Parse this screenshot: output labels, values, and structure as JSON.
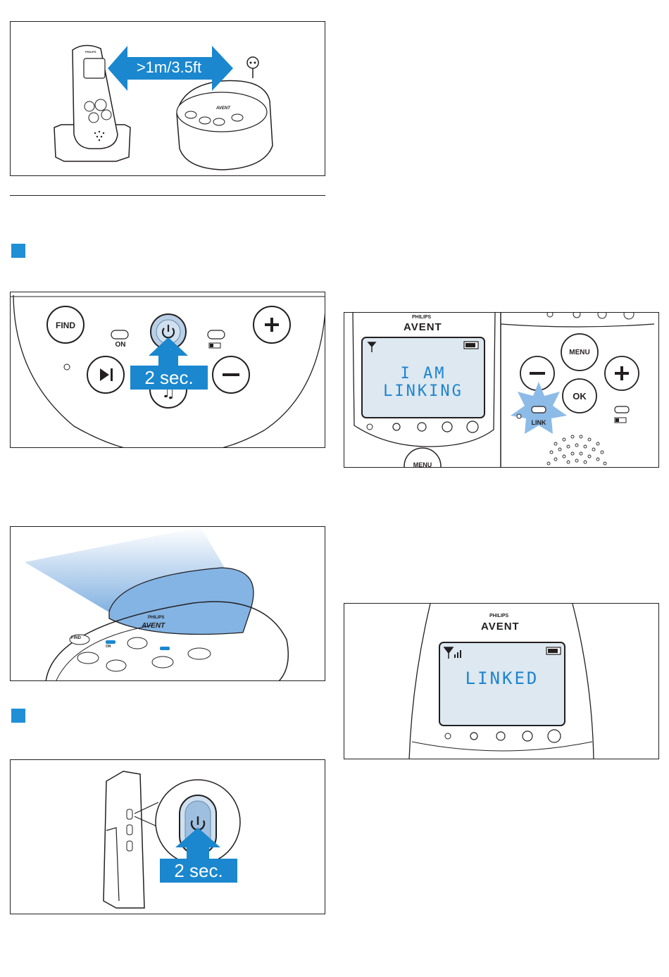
{
  "fig1": {
    "distance_label": ">1m/3.5ft",
    "brand_small": "PHILIPS",
    "brand_logo": "AVENT"
  },
  "step_markers": [
    "step-marker-1",
    "step-marker-2"
  ],
  "fig2": {
    "find_label": "FIND",
    "on_label": "ON",
    "hold_label": "2 sec.",
    "icons": [
      "power-icon",
      "plus-icon",
      "minus-icon",
      "play-pause-icon",
      "music-icon",
      "battery-icon"
    ]
  },
  "fig3": {
    "brand_small": "PHILIPS",
    "brand_logo": "AVENT",
    "find_label": "FIND",
    "on_label": "ON"
  },
  "fig4": {
    "hold_label": "2 sec."
  },
  "fig5": {
    "brand_small": "PHILIPS",
    "brand_logo": "AVENT",
    "screen_text": "I AM LINKING",
    "menu_label": "MENU",
    "ok_label": "OK",
    "link_label": "LINK"
  },
  "fig6": {
    "brand_small": "PHILIPS",
    "brand_logo": "AVENT",
    "screen_text": "LINKED"
  },
  "colors": {
    "accent_blue": "#1a87cf",
    "marker_blue": "#1f8fd6",
    "lcd_bg": "#dde8f0",
    "lcd_text": "#1e83cf",
    "line": "#231f20"
  }
}
